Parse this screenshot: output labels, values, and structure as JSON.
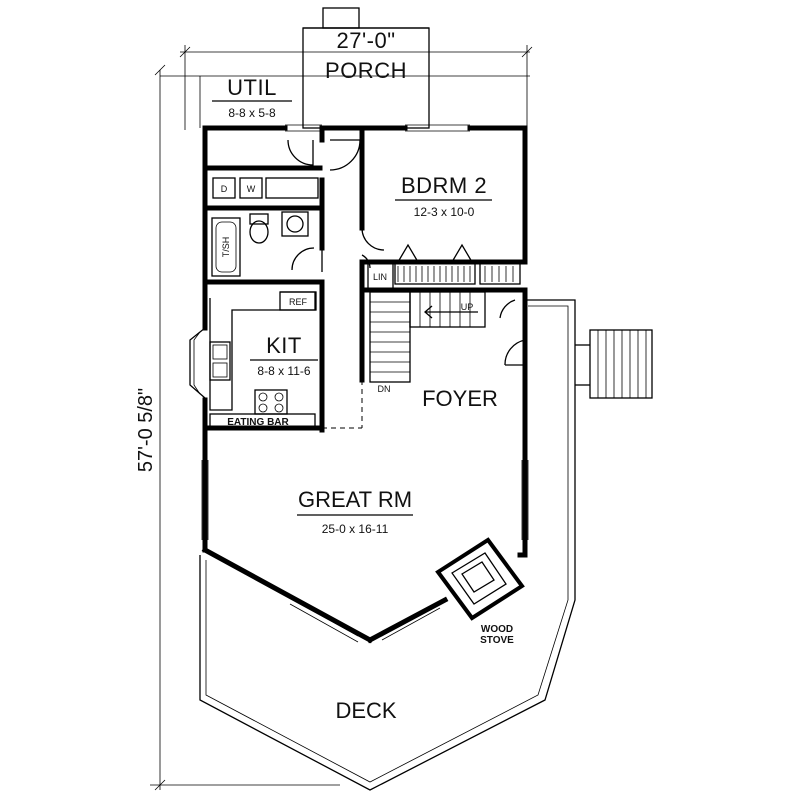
{
  "rooms": {
    "util": {
      "name": "UTIL",
      "dims": "8-8 x 5-8"
    },
    "porch": {
      "name": "PORCH",
      "width": "27'-0\""
    },
    "bdrm2": {
      "name": "BDRM 2",
      "dims": "12-3 x 10-0"
    },
    "kit": {
      "name": "KIT",
      "dims": "8-8 x 11-6"
    },
    "foyer": {
      "name": "FOYER"
    },
    "great_rm": {
      "name": "GREAT RM",
      "dims": "25-0 x 16-11"
    },
    "deck": {
      "name": "DECK"
    }
  },
  "fixtures": {
    "dryer": "D",
    "washer": "W",
    "tub_shower": "T/SH",
    "refrigerator": "REF",
    "linen": "LIN",
    "stairs_up": "UP",
    "stairs_down": "DN",
    "eating_bar": "EATING BAR",
    "wood_stove_line1": "WOOD",
    "wood_stove_line2": "STOVE"
  },
  "overall_height": "57'-0 5/8\""
}
